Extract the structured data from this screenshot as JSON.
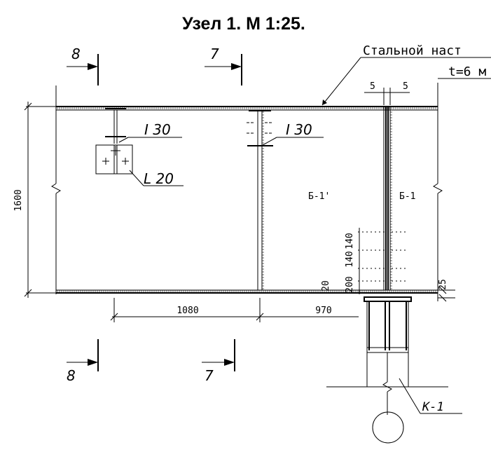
{
  "title": "Узел 1. М 1:25.",
  "labels": {
    "plate_note": "Стальной наст",
    "plate_thickness": "t=6 м",
    "beam_i30_a": "I 30",
    "beam_i30_b": "I 30",
    "angle_l20": "L 20",
    "beam_b1_prime": "Б-1'",
    "beam_b1": "Б-1",
    "column_k1": "К-1",
    "section_8_top": "8",
    "section_7_top": "7",
    "section_8_bottom": "8",
    "section_7_bottom": "7"
  },
  "dimensions": {
    "height_1600": "1600",
    "span_1080": "1080",
    "span_970": "970",
    "gap_5_left": "5",
    "gap_5_right": "5",
    "bolt_140_a": "140",
    "bolt_140_b": "140",
    "bolt_200": "200",
    "dim_20": "20",
    "dim_25": "25"
  }
}
